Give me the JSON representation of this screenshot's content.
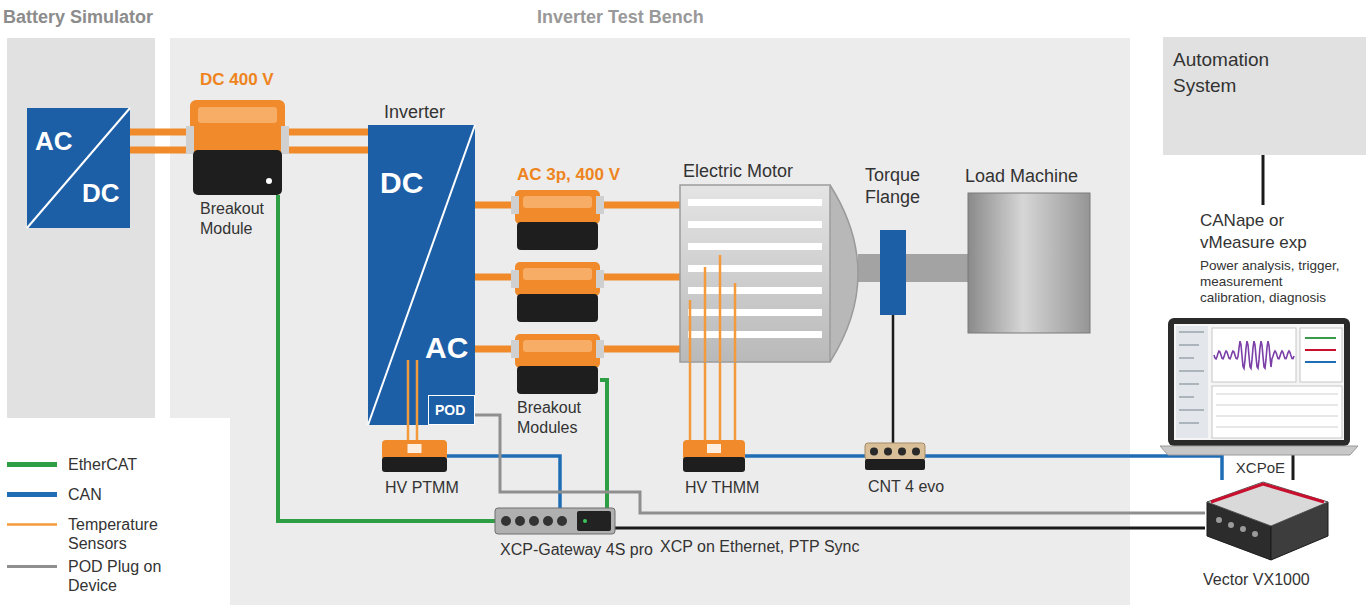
{
  "diagram": {
    "nodes": [
      {
        "text": [
          "Battery Simulator"
        ]
      },
      {
        "text": [
          "AC",
          "DC"
        ],
        "in": 0
      },
      {
        "text": [
          "Inverter Test Bench"
        ]
      },
      {
        "text": [
          "DC 400 V",
          "Breakout Module"
        ],
        "in": 2
      },
      {
        "text": [
          "Inverter",
          "DC",
          "AC"
        ],
        "in": 2
      },
      {
        "text": [
          "POD"
        ],
        "in": 4
      },
      {
        "text": [
          "AC 3p, 400 V"
        ],
        "in": 2
      },
      {
        "text": [
          "Breakout Modules"
        ],
        "in": 2
      },
      {
        "text": [
          "Electric Motor"
        ],
        "in": 2
      },
      {
        "text": [
          "Torque Flange"
        ],
        "in": 2
      },
      {
        "text": [
          "Load Machine"
        ],
        "in": 2
      },
      {
        "text": [
          "HV PTMM"
        ],
        "in": 2
      },
      {
        "text": [
          "HV THMM"
        ],
        "in": 2
      },
      {
        "text": [
          "CNT 4 evo"
        ],
        "in": 2
      },
      {
        "text": [
          "XCP-Gateway 4S pro"
        ],
        "in": 2
      },
      {
        "text": [
          "Automation System"
        ]
      },
      {
        "text": [
          "CANape or vMeasure exp",
          "Power analysis, trigger, measurement calibration, diagnosis"
        ]
      },
      {
        "text": [
          "Vector VX1000"
        ]
      }
    ],
    "edges": [
      {
        "from": 1,
        "to": 3,
        "arrow": "none"
      },
      {
        "from": 3,
        "to": 4,
        "arrow": "none"
      },
      {
        "from": 4,
        "to": 6,
        "arrow": "none"
      },
      {
        "from": 6,
        "to": 8,
        "arrow": "none"
      },
      {
        "from": 4,
        "to": 7,
        "arrow": "none"
      },
      {
        "from": 7,
        "to": 8,
        "arrow": "none"
      },
      {
        "from": 8,
        "to": 9,
        "arrow": "none"
      },
      {
        "from": 9,
        "to": 10,
        "arrow": "none"
      },
      {
        "from": 9,
        "to": 13,
        "arrow": "none"
      },
      {
        "from": 4,
        "to": 11,
        "arrow": "none"
      },
      {
        "from": 8,
        "to": 12,
        "arrow": "none"
      },
      {
        "from": 3,
        "to": 14,
        "arrow": "none"
      },
      {
        "from": 7,
        "to": 14,
        "arrow": "none"
      },
      {
        "from": 11,
        "to": 14,
        "arrow": "none"
      },
      {
        "from": 12,
        "to": 13,
        "arrow": "none"
      },
      {
        "from": 13,
        "to": 17,
        "arrow": "none"
      },
      {
        "from": 5,
        "to": 17,
        "arrow": "none"
      },
      {
        "from": 14,
        "to": 17,
        "label": "XCP on Ethernet, PTP Sync",
        "arrow": "none"
      },
      {
        "from": 17,
        "to": 16,
        "label": "XCPoE",
        "arrow": "none"
      },
      {
        "from": 16,
        "to": 15,
        "arrow": "none"
      }
    ],
    "legend": [
      {
        "text": "EtherCAT"
      },
      {
        "text": "CAN"
      },
      {
        "text": "Temperature Sensors"
      },
      {
        "text": "POD Plug on Device"
      }
    ]
  }
}
